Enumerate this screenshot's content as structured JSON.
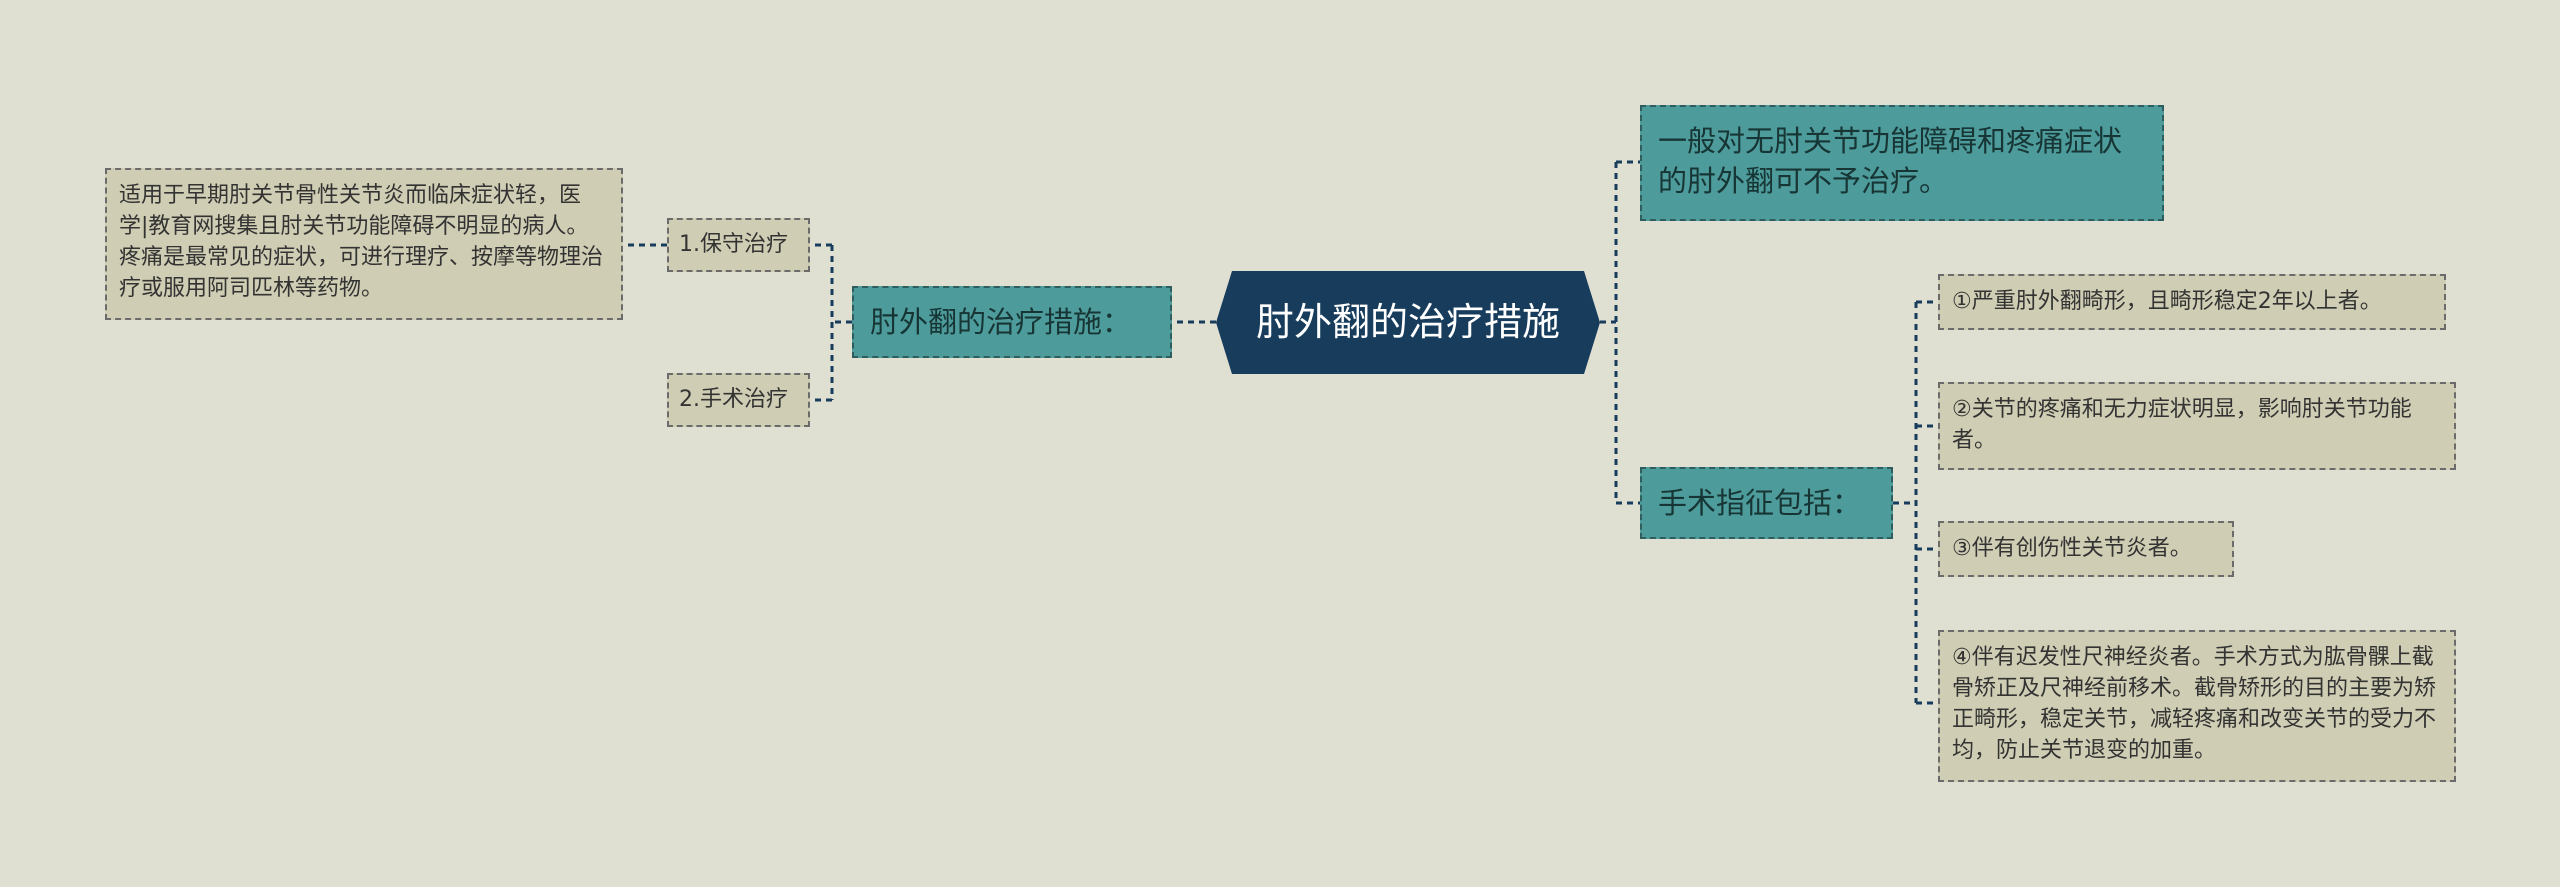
{
  "root": {
    "label": "肘外翻的治疗措施"
  },
  "left_branch": {
    "label": "肘外翻的治疗措施：",
    "children": [
      {
        "label": "1.保守治疗",
        "detail": "适用于早期肘关节骨性关节炎而临床症状轻，医学|教育网搜集且肘关节功能障碍不明显的病人。疼痛是最常见的症状，可进行理疗、按摩等物理治疗或服用阿司匹林等药物。"
      },
      {
        "label": "2.手术治疗"
      }
    ]
  },
  "right_branches": [
    {
      "label": "一般对无肘关节功能障碍和疼痛症状的肘外翻可不予治疗。"
    },
    {
      "label": "手术指征包括：",
      "children": [
        "①严重肘外翻畸形，且畸形稳定2年以上者。",
        "②关节的疼痛和无力症状明显，影响肘关节功能者。",
        "③伴有创伤性关节炎者。",
        "④伴有迟发性尺神经炎者。手术方式为肱骨髁上截骨矫正及尺神经前移术。截骨矫形的目的主要为矫正畸形，稳定关节，减轻疼痛和改变关节的受力不均，防止关节退变的加重。"
      ]
    }
  ],
  "colors": {
    "background": "#dfdfd2",
    "root_fill": "#173c5c",
    "branch_fill": "#4d9b9b",
    "leaf_fill": "#cfcdb3",
    "connector": "#173c5c"
  }
}
